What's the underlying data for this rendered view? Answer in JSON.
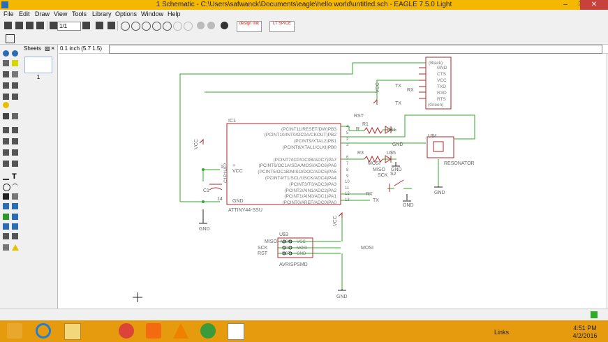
{
  "window": {
    "title": "1 Schematic - C:\\Users\\safwanck\\Documents\\eagle\\hello world\\untitled.sch - EAGLE 7.5.0 Light",
    "minimize": "–",
    "maximize": "❐",
    "close": "✕"
  },
  "menu": [
    "File",
    "Edit",
    "Draw",
    "View",
    "Tools",
    "Library",
    "Options",
    "Window",
    "Help"
  ],
  "toolbar": {
    "zoom_value": "1/1",
    "logo1": "design link",
    "logo2": "LT SPICE"
  },
  "sheets": {
    "label": "Sheets",
    "page": "1"
  },
  "command": {
    "coordinates": "0.1 inch (5.7 1.5)",
    "value": ""
  },
  "schematic": {
    "ic1": {
      "name": "IC1",
      "value": "ATTINY44-SSU",
      "vcc": "VCC",
      "gnd": "GND",
      "pin_pos": "+",
      "pin_labels": [
        "4",
        "5",
        "2",
        "3",
        "6",
        "7",
        "8",
        "9",
        "10",
        "11",
        "12",
        "13"
      ],
      "vcc_pin": "1",
      "gnd_pin": "14",
      "pins_right": [
        "(PCINT11/RESET/DW)PB3",
        "(PCINT10/INT0/OC0A/CKOUT)PB2",
        "(PCINT9/XTAL2)PB1",
        "(PCINT8/XTAL1/CLKI)PB0",
        "(PCINT7/ICP/OC0B/ADC7)PA7",
        "(PCINT6/OC1A/SDA/MOSI/ADC6)PA6",
        "(PCINT5/OC1B/MISO/DOC/ADC5)PA5",
        "(PCINT4/T1/SCL/USCK/ADC4)PA4",
        "(PCINT3/T0/ADC3)PA3",
        "(PCINT2/AIN1/ADC2)PA2",
        "(PCINT1/AIN0/ADC1)PA1",
        "(PCINT0/AREF/ADC0)PA0"
      ]
    },
    "header": {
      "pins": [
        "(Black)",
        "GND",
        "CTS",
        "VCC",
        "TXD",
        "RXD",
        "RTS",
        "(Green)"
      ]
    },
    "labels": {
      "rst": "RST",
      "r1": "R1",
      "rx": "RX",
      "tx": "TX",
      "vcc": "VCC",
      "gnd": "GND",
      "r3": "R3",
      "d1": "U$1",
      "d5": "U$5",
      "s2": "S2",
      "u4": "U$4",
      "resonator": "RESONATOR",
      "mosi": "MOSI",
      "miso": "MISO",
      "sck": "SCK",
      "u3": "U$3",
      "avrisp": "AVRISPSMD",
      "c1": "C1",
      "c1val": "C1P1UF2",
      "clock_r": "R"
    },
    "isp_pins": [
      "MISO",
      "SCK",
      "RST",
      "VCC",
      "MOSI",
      "GND"
    ]
  },
  "taskbar": {
    "links": "Links",
    "time": "4:51 PM",
    "date": "4/2/2016"
  }
}
